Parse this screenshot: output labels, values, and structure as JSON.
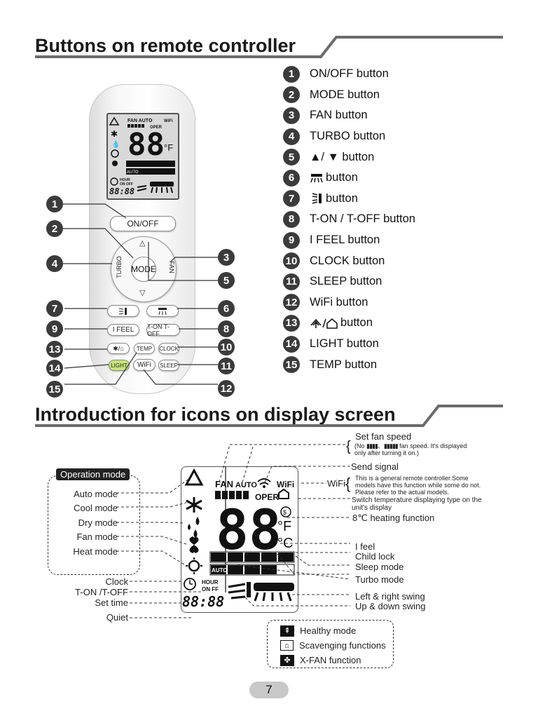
{
  "section1": {
    "title": "Buttons on remote controller"
  },
  "section2": {
    "title": "Introduction for icons on display screen"
  },
  "button_list": [
    {
      "num": "1",
      "label": "ON/OFF button"
    },
    {
      "num": "2",
      "label": "MODE button"
    },
    {
      "num": "3",
      "label": "FAN button"
    },
    {
      "num": "4",
      "label": "TURBO button"
    },
    {
      "num": "5",
      "label": "▲/ ▼ button"
    },
    {
      "num": "6",
      "label": "button"
    },
    {
      "num": "7",
      "label": "button"
    },
    {
      "num": "8",
      "label": "T-ON / T-OFF button"
    },
    {
      "num": "9",
      "label": "I FEEL button"
    },
    {
      "num": "10",
      "label": "CLOCK button"
    },
    {
      "num": "11",
      "label": "SLEEP button"
    },
    {
      "num": "12",
      "label": "WiFi button"
    },
    {
      "num": "13",
      "label": "button"
    },
    {
      "num": "14",
      "label": "LIGHT button"
    },
    {
      "num": "15",
      "label": "TEMP button"
    }
  ],
  "remote": {
    "onoff": "ON/OFF",
    "mode": "MODE",
    "turbo": "TURBO",
    "fan": "FAN",
    "ifeel": "I FEEL",
    "tonoff": "T-ON T-OFF",
    "temp": "TEMP",
    "clock": "CLOCK",
    "light": "LIGHT",
    "wifi": "WiFi",
    "sleep": "SLEEP",
    "lcd_fan": "FAN AUTO",
    "lcd_oper": "OPER",
    "lcd_wifi": "WiFi",
    "lcd_digits": "88",
    "lcd_unit": "°F",
    "lcd_time": "88:88",
    "lcd_auto": "AUTO",
    "lcd_hour": "HOUR",
    "lcd_onoff": "ON OFF"
  },
  "callouts": [
    "1",
    "2",
    "3",
    "4",
    "5",
    "6",
    "7",
    "8",
    "9",
    "10",
    "11",
    "12",
    "13",
    "14",
    "15"
  ],
  "display": {
    "fan_label": "FAN",
    "auto_label": "AUTO",
    "oper_label": "OPER",
    "wifi_label": "WiFi",
    "digits": "88",
    "deg_f": "°F",
    "deg_c": "°C",
    "auto_small": "AUTO",
    "hour": "HOUR",
    "on_ff": "ON FF",
    "time": "88:88"
  },
  "operation_mode": {
    "header": "Operation mode",
    "items": [
      "Auto mode",
      "Cool mode",
      "Dry mode",
      "Fan mode",
      "Heat mode"
    ]
  },
  "left_labels": [
    "Clock",
    "T-ON /T-OFF",
    "Set time",
    "Quiet"
  ],
  "right_labels": {
    "set_fan_speed": "Set fan speed",
    "fan_speed_note_1": "(No",
    "fan_speed_note_2": "fan speed. It's displayed",
    "fan_speed_note_3": "only after turning it on.)",
    "send_signal": "Send signal",
    "wifi": "WiFi",
    "wifi_note": "This is a general remote controller.Some models have this function while some do not. Please refer to the actual models.",
    "switch_temp": "Switch temperature displaying type on the unit's display",
    "heating": "8℃ heating function",
    "ifeel": "I feel",
    "child_lock": "Child lock",
    "sleep": "Sleep mode",
    "turbo": "Turbo mode",
    "lr_swing": "Left & right swing",
    "ud_swing": "Up & down swing"
  },
  "legend": [
    "Healthy mode",
    "Scavenging functions",
    "X-FAN function"
  ],
  "page_number": "7"
}
